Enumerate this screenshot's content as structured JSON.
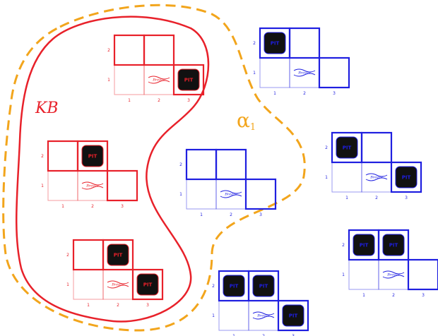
{
  "colors": {
    "red": "#e8212a",
    "blue": "#1f1fe0",
    "orange": "#f2a51c",
    "pit_fill": "#111111"
  },
  "labels": {
    "kb": "KB",
    "alpha_symbol": "α",
    "alpha_sub": "1"
  },
  "common": {
    "pit": "PIT",
    "breeze": "Breeze",
    "row_ticks": [
      "2",
      "1"
    ],
    "col_ticks": [
      "1",
      "2",
      "3"
    ]
  },
  "worlds": [
    {
      "id": "w1",
      "color": "red",
      "pits": [
        "1,3"
      ]
    },
    {
      "id": "w2",
      "color": "red",
      "pits": [
        "2,2"
      ]
    },
    {
      "id": "w3",
      "color": "red",
      "pits": [
        "2,2",
        "1,3"
      ]
    },
    {
      "id": "w4",
      "color": "blue",
      "pits": [
        "2,1"
      ]
    },
    {
      "id": "w5",
      "color": "blue",
      "pits": []
    },
    {
      "id": "w6",
      "color": "blue",
      "pits": [
        "2,1",
        "2,2",
        "1,3"
      ]
    },
    {
      "id": "w7",
      "color": "blue",
      "pits": [
        "2,1",
        "1,3"
      ]
    },
    {
      "id": "w8",
      "color": "blue",
      "pits": [
        "2,1",
        "2,2"
      ]
    }
  ]
}
